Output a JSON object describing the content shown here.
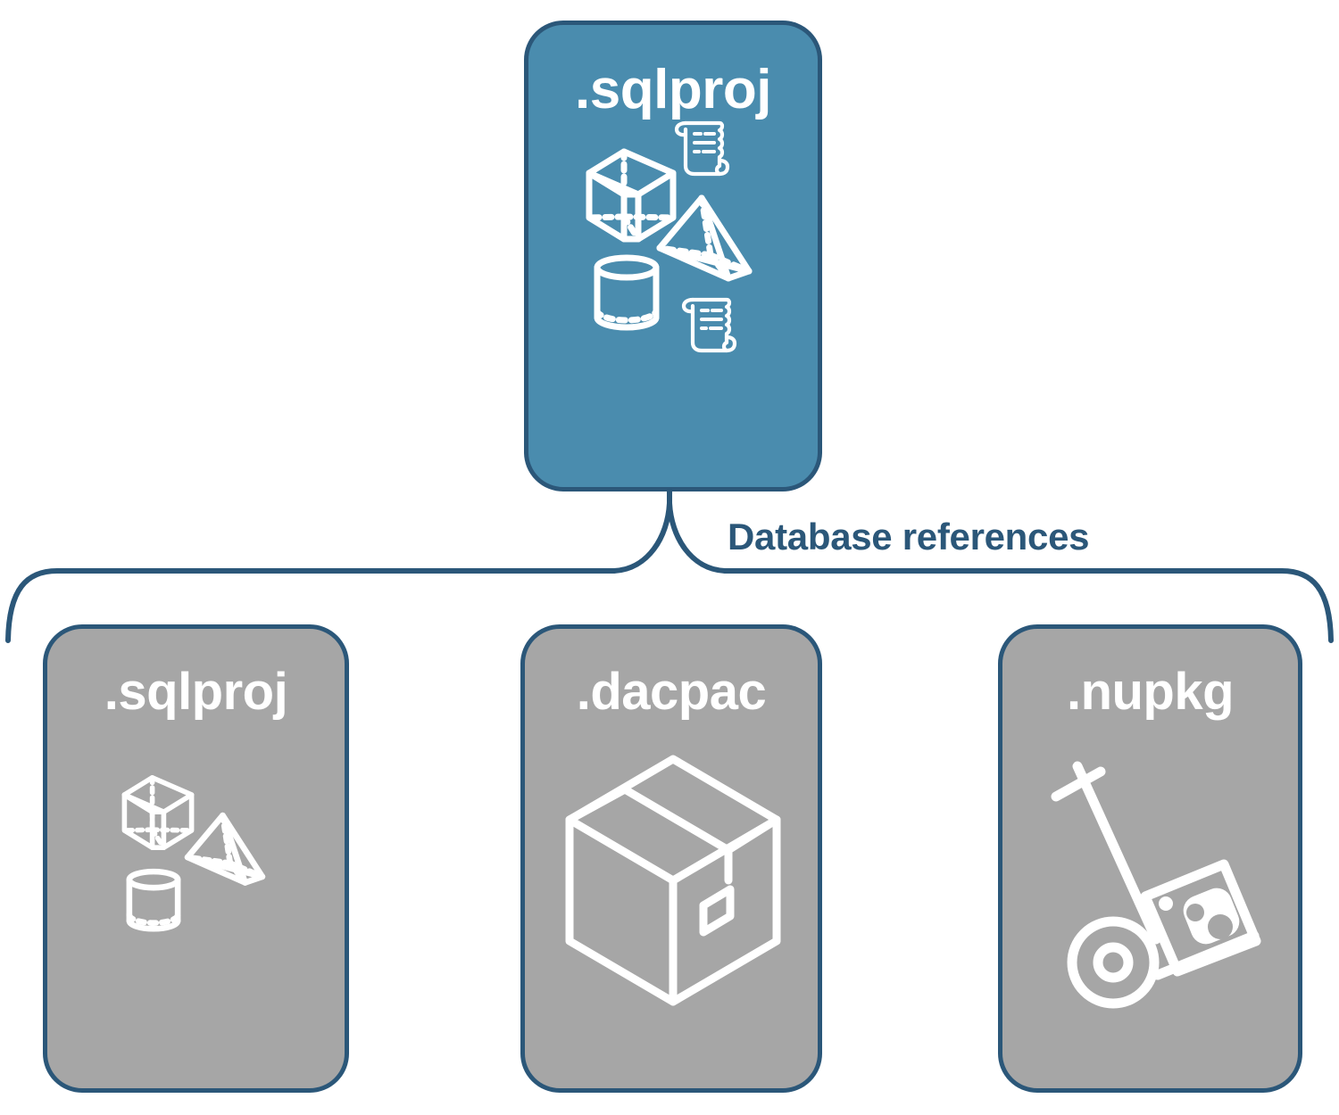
{
  "diagram": {
    "title_text": "Database references",
    "colors": {
      "accent_blue": "#4a8cae",
      "border_navy": "#2b5779",
      "node_gray": "#a6a6a6",
      "icon_white": "#ffffff",
      "background": "#ffffff"
    }
  },
  "root_node": {
    "label": ".sqlproj",
    "fill": "#4a8cae",
    "icons": [
      "cube-icon",
      "scroll-icon",
      "pyramid-icon",
      "cylinder-icon",
      "scroll-icon"
    ]
  },
  "connector": {
    "label": "Database references",
    "kind": "curly-brace-bracket",
    "color": "#2b5779"
  },
  "reference_nodes": [
    {
      "label": ".sqlproj",
      "fill": "#a6a6a6",
      "icons": [
        "cube-icon",
        "pyramid-icon",
        "cylinder-icon"
      ]
    },
    {
      "label": ".dacpac",
      "fill": "#a6a6a6",
      "icons": [
        "package-box-icon"
      ]
    },
    {
      "label": ".nupkg",
      "fill": "#a6a6a6",
      "icons": [
        "hand-truck-icon",
        "nuget-package-icon"
      ]
    }
  ]
}
